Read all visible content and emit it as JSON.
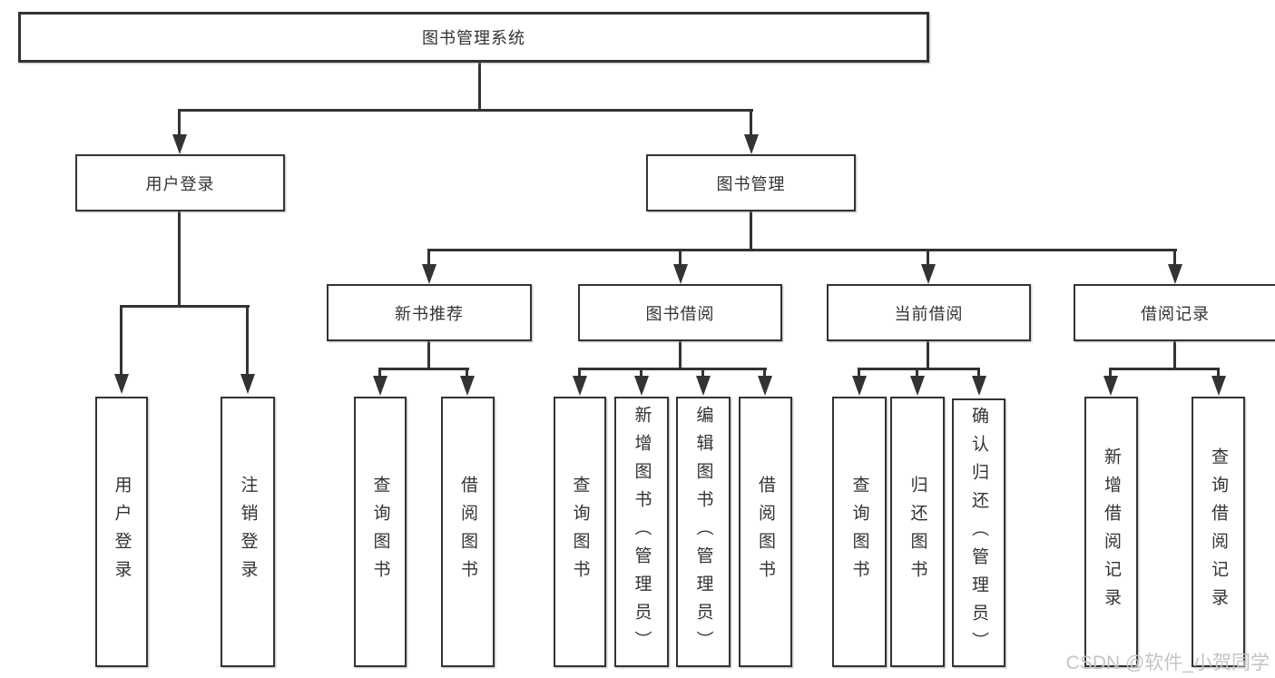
{
  "colors": {
    "line": "#333333",
    "border": "#333333",
    "text": "#333333",
    "watermark": "#c4c4c6",
    "background": "#ffffff"
  },
  "watermark": {
    "text": "CSDN @软件_小贺同学"
  },
  "tree": {
    "label": "图书管理系统",
    "children": [
      {
        "label": "用户登录",
        "children": [
          {
            "label": "用户登录"
          },
          {
            "label": "注销登录"
          }
        ]
      },
      {
        "label": "图书管理",
        "children": [
          {
            "label": "新书推荐",
            "children": [
              {
                "label": "查询图书"
              },
              {
                "label": "借阅图书"
              }
            ]
          },
          {
            "label": "图书借阅",
            "children": [
              {
                "label": "查询图书"
              },
              {
                "label": "新增图书（管理员）"
              },
              {
                "label": "编辑图书（管理员）"
              },
              {
                "label": "借阅图书"
              }
            ]
          },
          {
            "label": "当前借阅",
            "children": [
              {
                "label": "查询图书"
              },
              {
                "label": "归还图书"
              },
              {
                "label": "确认归还（管理员）"
              }
            ]
          },
          {
            "label": "借阅记录",
            "children": [
              {
                "label": "新增借阅记录"
              },
              {
                "label": "查询借阅记录"
              }
            ]
          }
        ]
      }
    ]
  }
}
